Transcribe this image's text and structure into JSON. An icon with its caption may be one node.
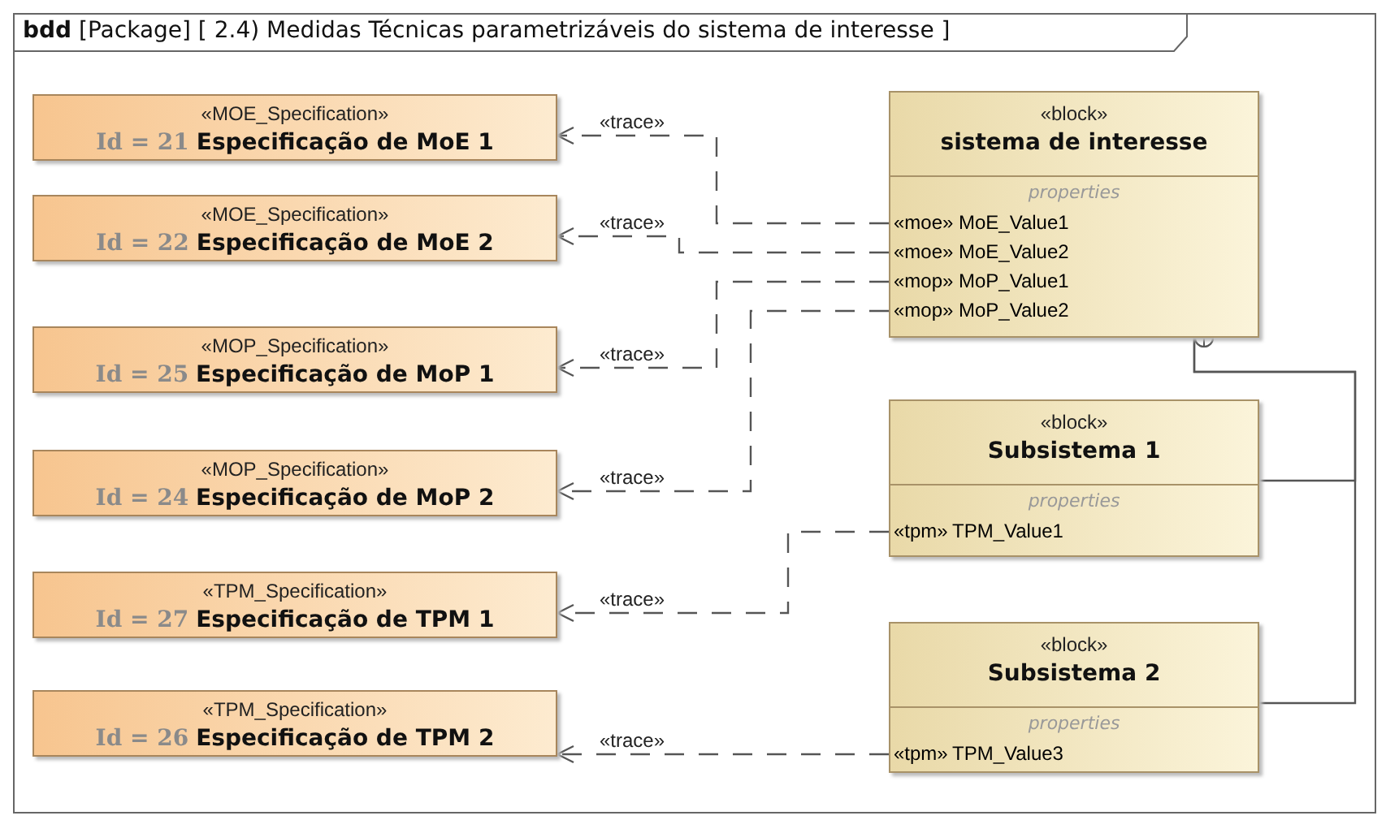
{
  "diagram": {
    "title": "**bdd** [Package] [ 2.4) Medidas Técnicas parametrizáveis do sistema de interesse ]",
    "nodes": [
      {
        "text": [
          "«MOE_Specification»",
          "Id = 21",
          "Especificação de MoE 1"
        ]
      },
      {
        "text": [
          "«MOE_Specification»",
          "Id = 22",
          "Especificação de MoE 2"
        ]
      },
      {
        "text": [
          "«MOP_Specification»",
          "Id = 25",
          "Especificação de MoP 1"
        ]
      },
      {
        "text": [
          "«MOP_Specification»",
          "Id = 24",
          "Especificação de MoP 2"
        ]
      },
      {
        "text": [
          "«TPM_Specification»",
          "Id = 27",
          "Especificação de TPM 1"
        ]
      },
      {
        "text": [
          "«TPM_Specification»",
          "Id = 26",
          "Especificação de TPM 2"
        ]
      },
      {
        "text": [
          "«block»",
          "sistema de interesse",
          "properties",
          "«moe»",
          "MoE_Value1",
          "«moe»",
          "MoE_Value2",
          "«mop»",
          "MoP_Value1",
          "«mop»",
          "MoP_Value2"
        ]
      },
      {
        "text": [
          "«block»",
          "Subsistema 1",
          "properties",
          "«tpm»",
          "TPM_Value1"
        ]
      },
      {
        "text": [
          "«block»",
          "Subsistema 2",
          "properties",
          "«tpm»",
          "TPM_Value3"
        ]
      }
    ],
    "edges": [
      {
        "from": 6,
        "to": 0,
        "arrow": "to",
        "label": "«trace»",
        "style": "dashed"
      },
      {
        "from": 6,
        "to": 1,
        "arrow": "to",
        "label": "«trace»",
        "style": "dashed"
      },
      {
        "from": 6,
        "to": 2,
        "arrow": "to",
        "label": "«trace»",
        "style": "dashed"
      },
      {
        "from": 6,
        "to": 3,
        "arrow": "to",
        "label": "«trace»",
        "style": "dashed"
      },
      {
        "from": 7,
        "to": 4,
        "arrow": "to",
        "label": "«trace»",
        "style": "dashed"
      },
      {
        "from": 8,
        "to": 5,
        "arrow": "to",
        "label": "«trace»",
        "style": "dashed"
      },
      {
        "from": 6,
        "to": 7,
        "arrow": "other"
      },
      {
        "from": 6,
        "to": 8,
        "arrow": "other"
      }
    ]
  }
}
